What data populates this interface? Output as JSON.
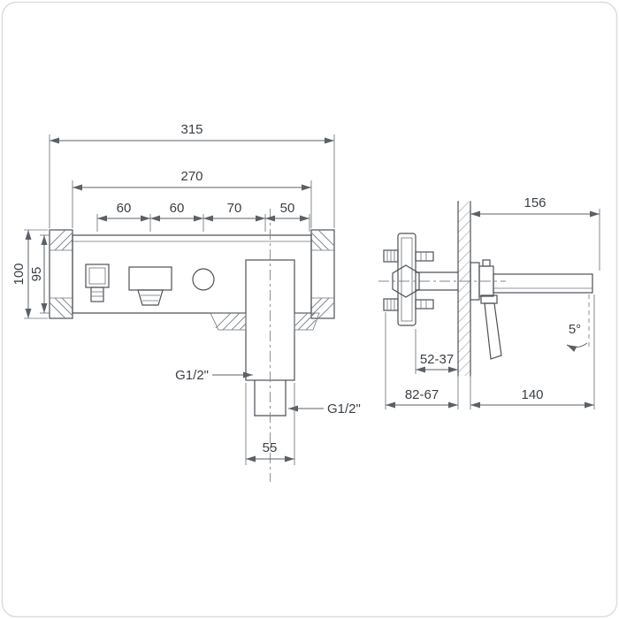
{
  "palette": {
    "background": "#ffffff",
    "part_line": "#4d5156",
    "dimension_line": "#5b6066",
    "text": "#3b3f43",
    "frame_border": "#dddddd"
  },
  "front_view": {
    "overall_width": "315",
    "body_width": "270",
    "spacing_a": "60",
    "spacing_b": "60",
    "spacing_c": "70",
    "spacing_d": "50",
    "overall_height": "100",
    "body_height": "95",
    "thread_top": "G1/2\"",
    "thread_bottom": "G1/2\"",
    "spout_body_width": "55"
  },
  "side_view": {
    "wall_to_spout_tip": "156",
    "spout_tilt": "5°",
    "trim_depth_range": "52-37",
    "rough_in_depth_range": "82-67",
    "spout_projection": "140"
  }
}
